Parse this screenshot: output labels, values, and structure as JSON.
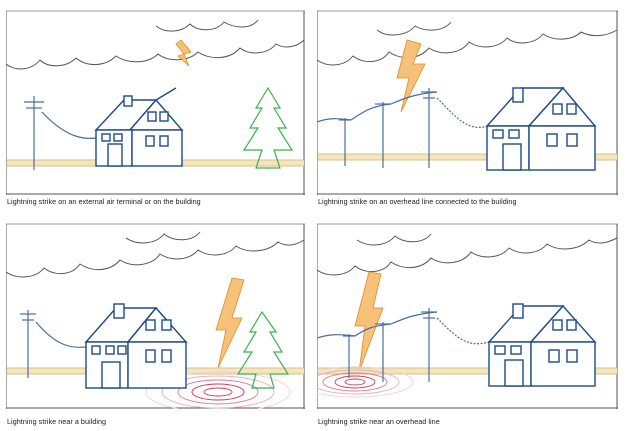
{
  "colors": {
    "house": "#1c4a8a",
    "tree": "#38b24a",
    "bolt": "#f6c27a",
    "bolt_edge": "#e08a2a",
    "ground": "#e8d49a",
    "cloud": "#555555",
    "wave": "#d23a5a",
    "pole": "#4a6f9e"
  },
  "panels": [
    {
      "caption": "Lightning strike on an external air terminal or on the building"
    },
    {
      "caption": "Lightning strike on an overhead line connected to the building"
    },
    {
      "caption": "Lightning strike near a building"
    },
    {
      "caption": "Lightning strike near an overhead line"
    }
  ]
}
